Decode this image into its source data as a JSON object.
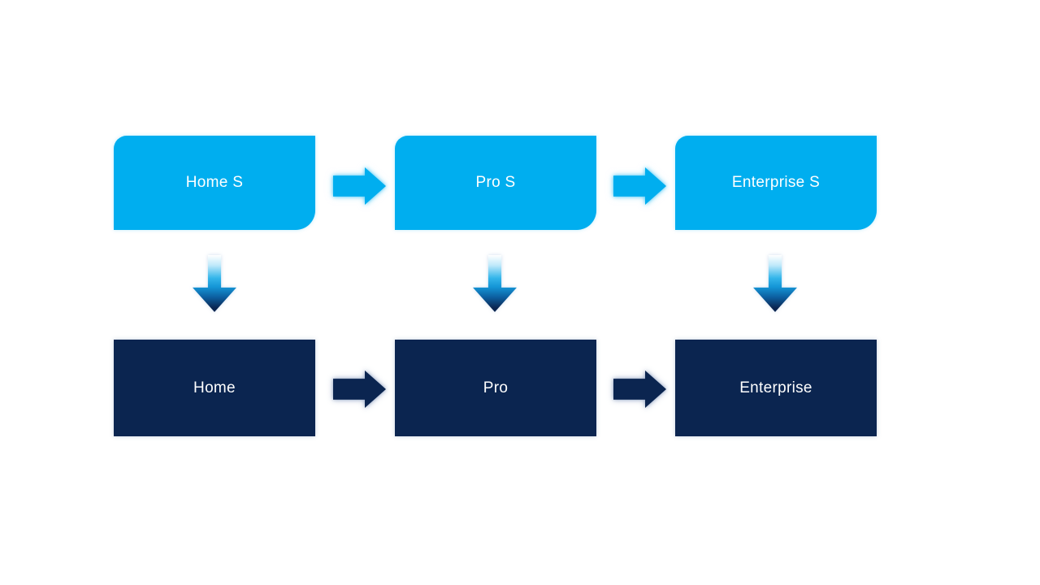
{
  "slide": {
    "background": "#FFFFFF"
  },
  "colors": {
    "slide_background": "#FFFFFF",
    "top_box_fill": "#00AEEF",
    "bottom_box_fill": "#0B2550",
    "label_text": "#FFFFFF",
    "light_arrow": "#00AEEF",
    "dark_arrow": "#0B2550",
    "down_arrow_gradient_top": "#FFFFFF",
    "down_arrow_gradient_mid": "#35B6EA",
    "down_arrow_gradient_bottom": "#0B2550"
  },
  "diagram": {
    "columns": [
      {
        "top_label": "Home S",
        "bottom_label": "Home"
      },
      {
        "top_label": "Pro S",
        "bottom_label": "Pro"
      },
      {
        "top_label": "Enterprise S",
        "bottom_label": "Enterprise"
      }
    ],
    "icons": {
      "horizontal_connector": "right-arrow",
      "vertical_connector": "down-arrow"
    }
  }
}
